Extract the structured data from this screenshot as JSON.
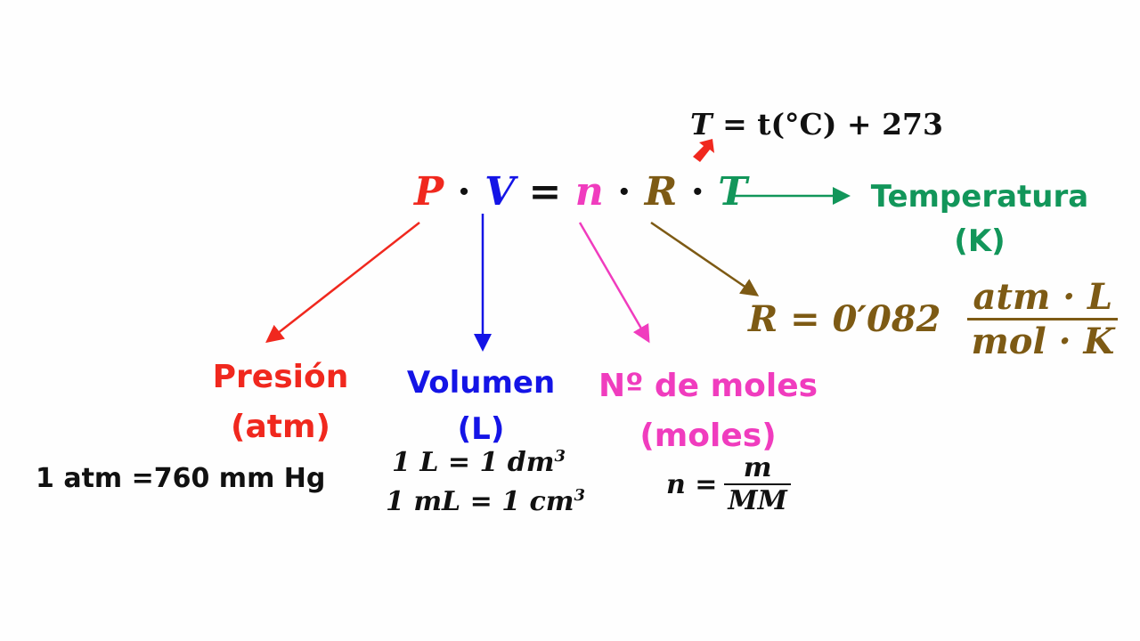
{
  "colors": {
    "pressure": "#f0281e",
    "volume": "#1414e6",
    "moles": "#f03cbe",
    "constant": "#7d5a14",
    "temperature": "#12965a",
    "text": "#111111"
  },
  "equation": {
    "P": "P",
    "dot1": "·",
    "V": "V",
    "equals": "=",
    "n": "n",
    "dot2": "·",
    "R": "R",
    "dot3": "·",
    "T": "T"
  },
  "temperature_formula": {
    "T": "T",
    "rhs": "= t(°C) + 273"
  },
  "temperature_label": {
    "line1": "Temperatura",
    "line2": "(K)"
  },
  "gas_constant": {
    "lhs": "R = 0′082",
    "numerator": "atm · L",
    "denominator": "mol · K"
  },
  "pressure_label": {
    "line1": "Presión",
    "line2": "(atm)",
    "conversion": "1 atm =760 mm Hg"
  },
  "volume_label": {
    "line1": "Volumen",
    "line2": "(L)",
    "conversion1_lhs": "1 L",
    "conversion1_rhs": "= 1 dm",
    "conversion1_exp": "3",
    "conversion2_lhs": "1 mL",
    "conversion2_rhs": "= 1 cm",
    "conversion2_exp": "3"
  },
  "moles_label": {
    "line1": "Nº de moles",
    "line2": "(moles)",
    "formula_lhs": "n =",
    "formula_num": "m",
    "formula_den": "MM"
  }
}
